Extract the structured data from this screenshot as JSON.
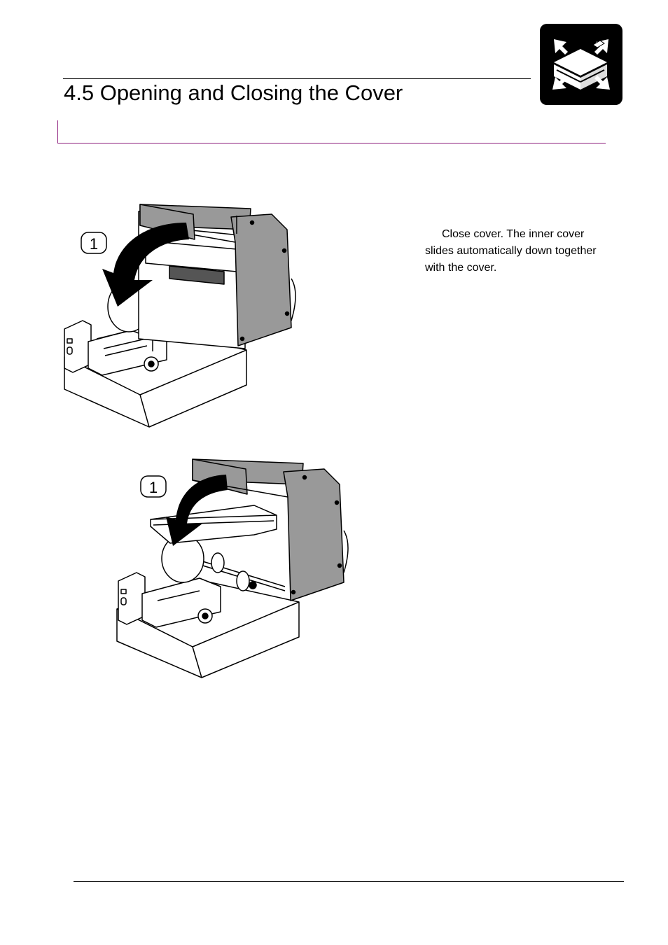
{
  "header": {
    "title": "4.5 Opening and Closing the Cover",
    "icon": "cover-closing-icon"
  },
  "steps": [
    {
      "number": "1",
      "text": "Close cover. The inner cover slides automatically down together with the cover."
    }
  ],
  "figures": [
    {
      "name": "printer-cover-open-figure",
      "callout": "1"
    },
    {
      "name": "printer-cover-closing-figure",
      "callout": "1"
    }
  ],
  "colors": {
    "section_rule": "#8e1f7e",
    "cover_gray": "#999999"
  }
}
